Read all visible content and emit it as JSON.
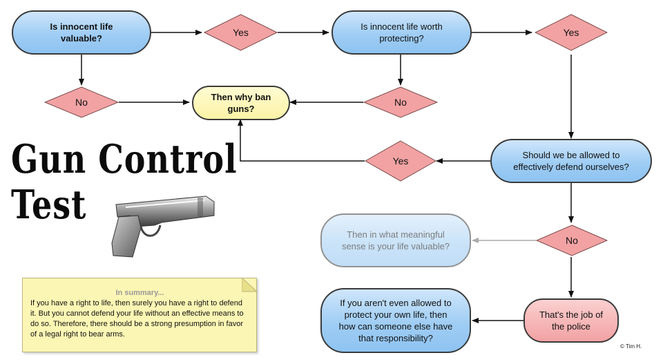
{
  "title": {
    "line1": "Gun Control",
    "line2": "Test"
  },
  "nodes": {
    "q1": "Is innocent life valuable?",
    "q1_yes": "Yes",
    "q1_no": "No",
    "q2": "Is innocent life worth protecting?",
    "q2_yes": "Yes",
    "q2_no": "No",
    "ban": "Then why ban guns?",
    "q3": "Should we be allowed to effectively defend ourselves?",
    "q3_yes": "Yes",
    "q3_no": "No",
    "meaningful": "Then in what meaningful sense is your life valuable?",
    "police": "That's the job of the police",
    "responsibility": "If you aren't even allowed to protect your own life, then how can someone else have that responsibility?"
  },
  "summary": {
    "heading": "In summary...",
    "text": "If you have a right to life, then surely you have a right to defend it. But you cannot defend your life without an effective means to do so. Therefore, there should be a strong presumption in favor of a legal right to bear arms."
  },
  "credit": "© Tim H.",
  "colors": {
    "question_fill": "#9fcdf4",
    "diamond_fill": "#f2a2a3",
    "ban_fill": "#fbf3a6",
    "summary_fill": "#fcf6b4"
  },
  "icons": [
    "pistol-illustration"
  ]
}
